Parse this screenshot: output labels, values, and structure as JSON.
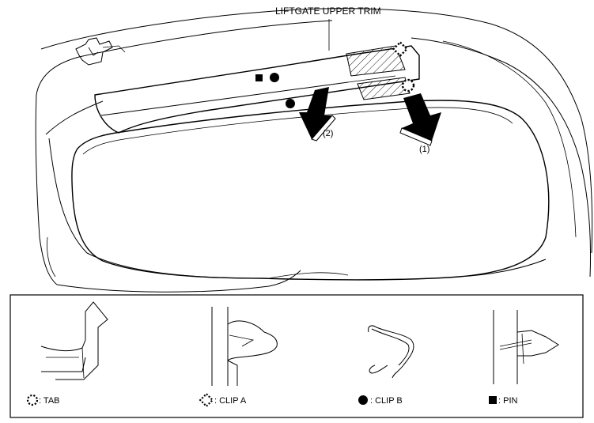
{
  "main_view": {
    "title_label": "LIFTGATE UPPER TRIM",
    "step_1_label": "(1)",
    "step_2_label": "(2)"
  },
  "legend": {
    "tab_label": ": TAB",
    "clip_a_label": ": CLIP A",
    "clip_b_label": ": CLIP B",
    "pin_label": ": PIN"
  }
}
